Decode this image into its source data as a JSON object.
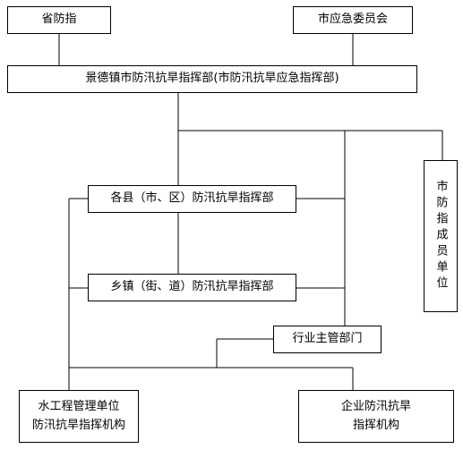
{
  "diagram": {
    "nodes": {
      "provincial": "省防指",
      "committee": "市应急委员会",
      "city": "景德镇市防汛抗旱指挥部(市防汛抗旱应急指挥部)",
      "county": "各县（市、区）防汛抗旱指挥部",
      "member": "市防指成员单位",
      "township": "乡镇（街、道）防汛抗旱指挥部",
      "industry": "行业主管部门",
      "water": "水工程管理单位\n防汛抗旱指挥机构",
      "enterprise": "企业防汛抗旱\n指挥机构"
    },
    "line_color": "#000000"
  }
}
